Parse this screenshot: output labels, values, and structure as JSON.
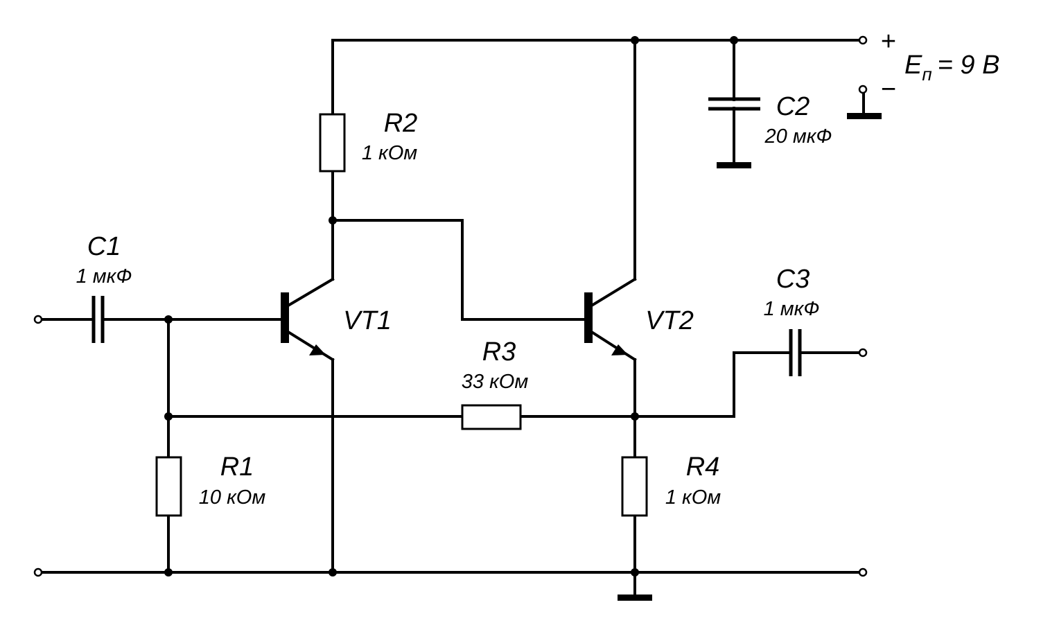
{
  "components": {
    "c1": {
      "name": "C1",
      "value": "1 мкФ"
    },
    "c2": {
      "name": "C2",
      "value": "20 мкФ"
    },
    "c3": {
      "name": "C3",
      "value": "1 мкФ"
    },
    "r1": {
      "name": "R1",
      "value": "10 кОм"
    },
    "r2": {
      "name": "R2",
      "value": "1 кОм"
    },
    "r3": {
      "name": "R3",
      "value": "33 кОм"
    },
    "r4": {
      "name": "R4",
      "value": "1 кОм"
    },
    "vt1": {
      "name": "VT1"
    },
    "vt2": {
      "name": "VT2"
    }
  },
  "supply": {
    "plus": "+",
    "minus": "−",
    "symbol": "E",
    "subscript": "п",
    "value": "= 9 В"
  }
}
